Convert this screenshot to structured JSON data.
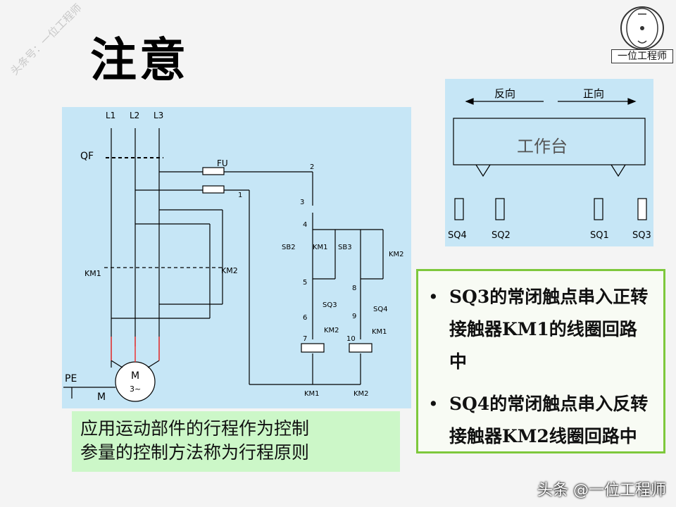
{
  "slide": {
    "title": "注意",
    "watermark_left": "头条号：一位工程师",
    "logo_text": "一位工程师",
    "footer_watermark": "头条 @一位工程师"
  },
  "circuit": {
    "phase_labels": [
      "L1",
      "L2",
      "L3"
    ],
    "breaker_label": "QF",
    "fuse_label": "FU",
    "node_labels": [
      "1",
      "2",
      "3",
      "4",
      "5",
      "6",
      "7",
      "8",
      "9",
      "10"
    ],
    "contact_labels": [
      "SB2",
      "KM1",
      "SB3",
      "KM2",
      "SQ3",
      "SQ4",
      "KM2",
      "KM1"
    ],
    "coil_labels": [
      "KM1",
      "KM2"
    ],
    "main_contact_labels": [
      "KM1",
      "KM2"
    ],
    "motor_label": "M",
    "motor_sub": "3~",
    "pe_label": "PE",
    "m_label": "M"
  },
  "caption": {
    "line1": "应用运动部件的行程作为控制",
    "line2": "参量的控制方法称为行程原则"
  },
  "table": {
    "reverse_label": "反向",
    "forward_label": "正向",
    "bench_label": "工作台",
    "switches": [
      "SQ4",
      "SQ2",
      "SQ1",
      "SQ3"
    ]
  },
  "notes": [
    {
      "bullet": "•",
      "text": "SQ3的常闭触点串入正转接触器KM1的线圈回路中"
    },
    {
      "bullet": "•",
      "text": "SQ4的常闭触点串入反转接触器KM2线圈回路中"
    }
  ]
}
